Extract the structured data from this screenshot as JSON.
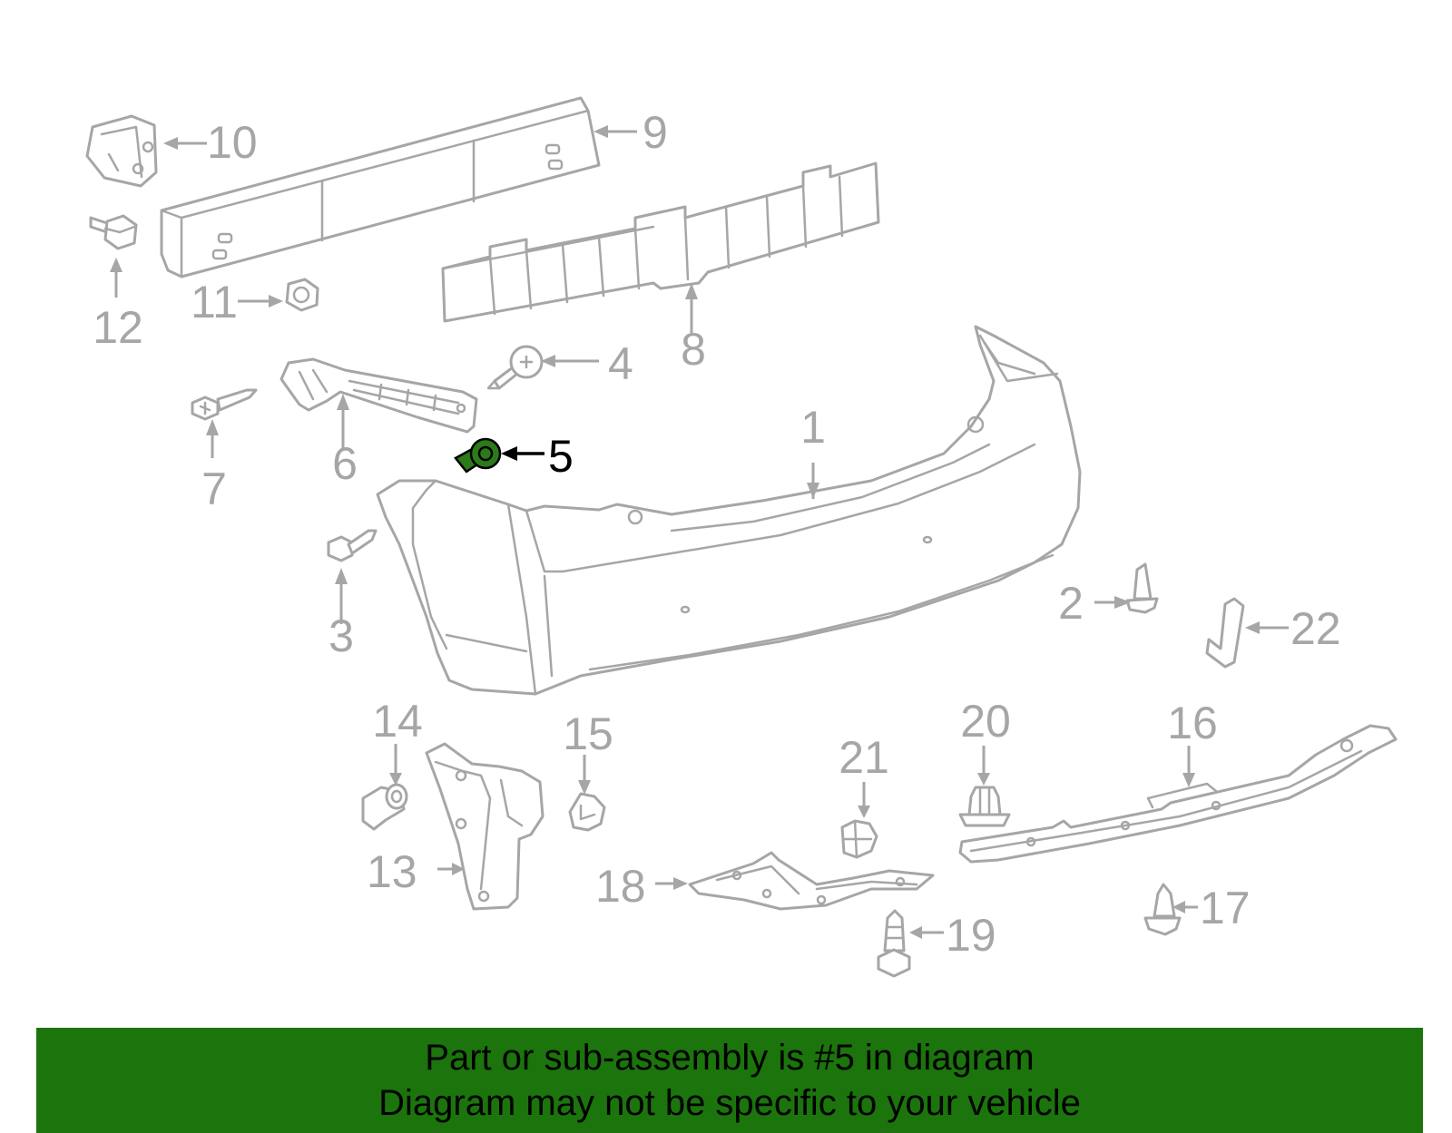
{
  "callouts": {
    "c1": "1",
    "c2": "2",
    "c3": "3",
    "c4": "4",
    "c5": "5",
    "c6": "6",
    "c7": "7",
    "c8": "8",
    "c9": "9",
    "c10": "10",
    "c11": "11",
    "c12": "12",
    "c13": "13",
    "c14": "14",
    "c15": "15",
    "c16": "16",
    "c17": "17",
    "c18": "18",
    "c19": "19",
    "c20": "20",
    "c21": "21",
    "c22": "22"
  },
  "highlighted_part": "5",
  "colors": {
    "highlight_fill": "#2c7a19",
    "banner_bg": "#1b740c",
    "line_gray": "#a6a6a6"
  },
  "banner": {
    "line1": "Part or sub-assembly is #5 in diagram",
    "line2": "Diagram may not be specific to your vehicle"
  }
}
